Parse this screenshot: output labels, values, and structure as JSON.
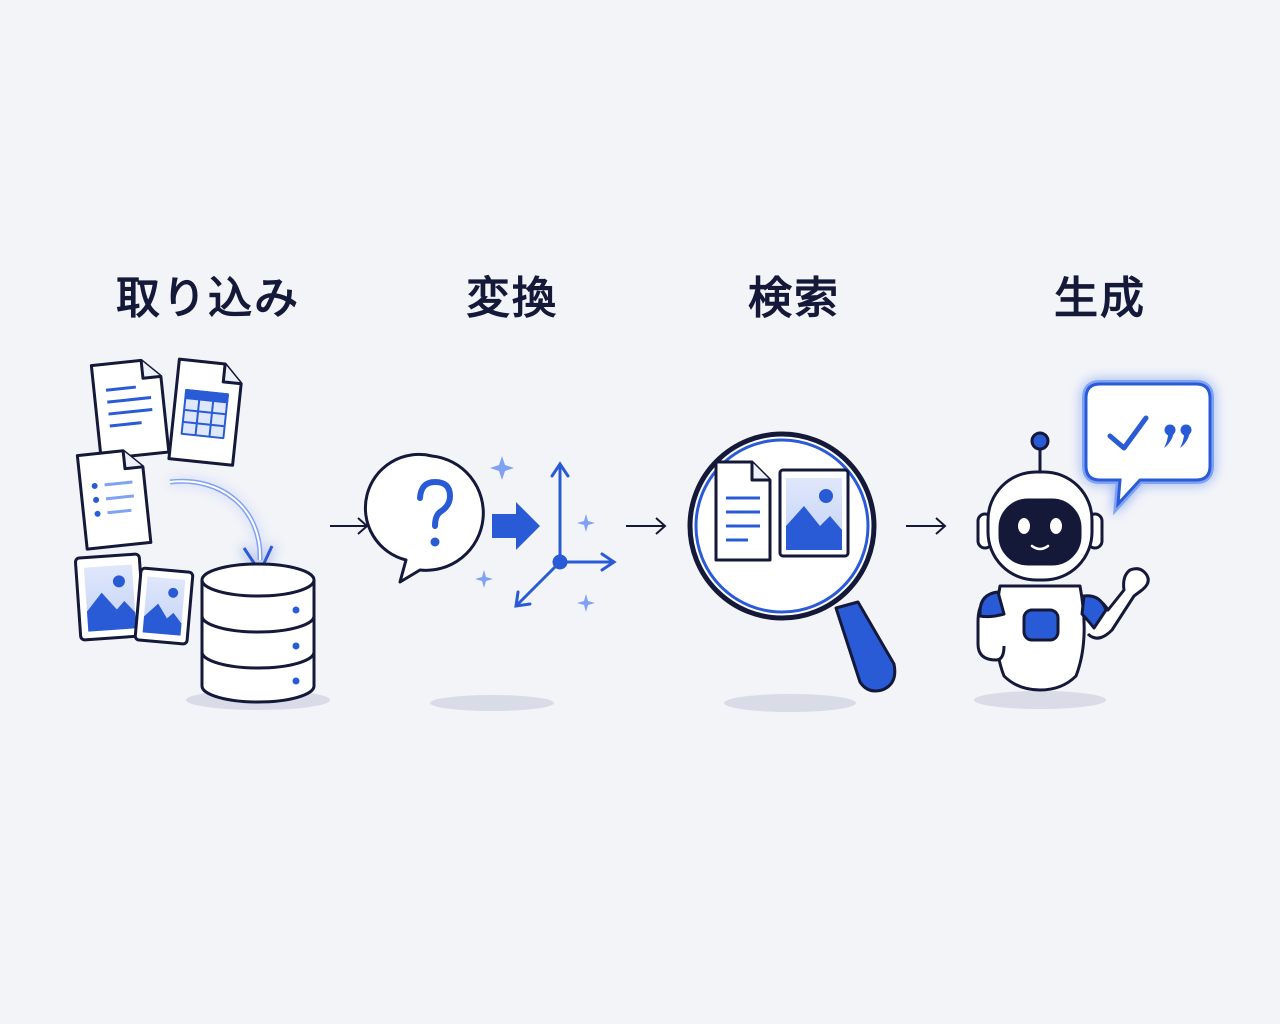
{
  "stages": [
    {
      "label": "取り込み"
    },
    {
      "label": "変換"
    },
    {
      "label": "検索"
    },
    {
      "label": "生成"
    }
  ],
  "icons": {
    "ingest": [
      "document-icon",
      "spreadsheet-icon",
      "list-document-icon",
      "image-icon",
      "database-icon",
      "curved-arrow-icon"
    ],
    "transform": [
      "question-bubble-icon",
      "right-arrow-icon",
      "vector-axes-icon",
      "sparkle-icon"
    ],
    "search": [
      "magnifying-glass-icon",
      "document-icon",
      "image-icon"
    ],
    "generate": [
      "robot-icon",
      "speech-bubble-icon",
      "checkmark-icon",
      "quote-icon"
    ]
  },
  "colors": {
    "navy": "#14193a",
    "blue": "#2a5bd7",
    "light_blue": "#7fa2f2",
    "background": "#f3f4f8"
  }
}
